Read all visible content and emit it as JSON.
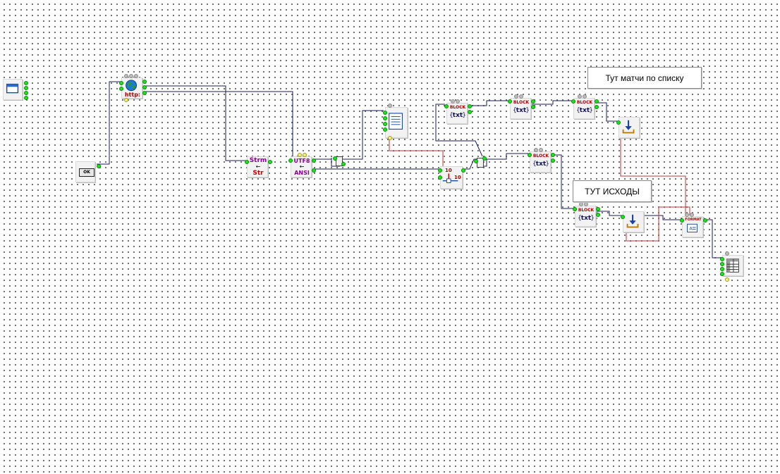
{
  "notes": {
    "matches": "Тут матчи по списку",
    "outcomes": "ТУТ ИСХОДЫ"
  },
  "components": {
    "ok_button_label": "OK",
    "http_label": "http:",
    "strm_top": "Strm",
    "strm_bottom": "Str",
    "utf8_top": "UTF8",
    "utf8_bottom": "ANSI",
    "block_label": "BLOCK",
    "txt_label": "txt",
    "format_label": "FORMAT",
    "num_top": "10",
    "num_right": "10"
  },
  "colors": {
    "wire_blue": "#1a1a5e",
    "wire_red": "#c03030",
    "pin_green": "#19e619"
  },
  "icons": {
    "form": "window-icon",
    "http": "globe-icon",
    "memo": "memo-icon",
    "download": "download-arrow-icon",
    "grid": "grid-table-icon",
    "format": "format-icon"
  }
}
